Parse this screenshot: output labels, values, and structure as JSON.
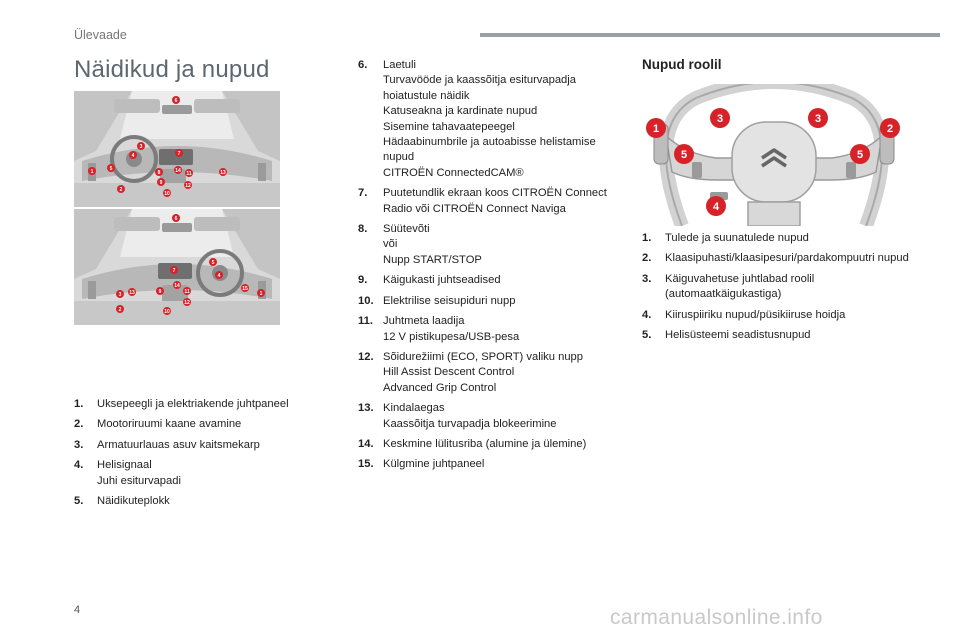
{
  "header": {
    "section": "Ülevaade",
    "bar_color": "#9aa0a6"
  },
  "title": "Näidikud ja nupud",
  "illustration": {
    "top_labels": [
      "6",
      "3",
      "4",
      "7",
      "9",
      "8",
      "14",
      "11",
      "12",
      "10",
      "13",
      "1",
      "2",
      "5"
    ],
    "bottom_labels": [
      "6",
      "5",
      "4",
      "7",
      "9",
      "14",
      "11",
      "12",
      "10",
      "13",
      "1",
      "2",
      "3",
      "15"
    ],
    "badge_color": "#d6232a"
  },
  "left_list": [
    {
      "num": "1.",
      "text": "Uksepeegli ja elektriakende juhtpaneel"
    },
    {
      "num": "2.",
      "text": "Mootoriruumi kaane avamine"
    },
    {
      "num": "3.",
      "text": "Armatuurlauas asuv kaitsmekarp"
    },
    {
      "num": "4.",
      "text": "Helisignaal\nJuhi esiturvapadi"
    },
    {
      "num": "5.",
      "text": "Näidikuteplokk"
    }
  ],
  "middle_list": [
    {
      "num": "6.",
      "text": "Laetuli\nTurvavööde ja kaassõitja esiturvapadja hoiatustule näidik\nKatuseakna ja kardinate nupud\nSisemine tahavaatepeegel\nHädaabinumbrile ja autoabisse helistamise nupud\nCITROËN ConnectedCAM®"
    },
    {
      "num": "7.",
      "text": "Puutetundlik ekraan koos CITROËN Connect Radio või CITROËN Connect Naviga"
    },
    {
      "num": "8.",
      "text": "Süütevõti\nvõi\nNupp START/STOP"
    },
    {
      "num": "9.",
      "text": "Käigukasti juhtseadised"
    },
    {
      "num": "10.",
      "text": "Elektrilise seisupiduri nupp"
    },
    {
      "num": "11.",
      "text": "Juhtmeta laadija\n12 V pistikupesa/USB-pesa"
    },
    {
      "num": "12.",
      "text": "Sõidurežiimi (ECO, SPORT) valiku nupp\nHill Assist Descent Control\nAdvanced Grip Control"
    },
    {
      "num": "13.",
      "text": "Kindalaegas\nKaassõitja turvapadja blokeerimine"
    },
    {
      "num": "14.",
      "text": "Keskmine lülitusriba (alumine ja ülemine)"
    },
    {
      "num": "15.",
      "text": "Külgmine juhtpaneel"
    }
  ],
  "steering": {
    "title": "Nupud roolil",
    "labels": [
      "1",
      "2",
      "3",
      "3",
      "4",
      "5",
      "5"
    ],
    "list": [
      {
        "num": "1.",
        "text": "Tulede ja suunatulede nupud"
      },
      {
        "num": "2.",
        "text": "Klaasipuhasti/klaasipesuri/pardakompuutri nupud"
      },
      {
        "num": "3.",
        "text": "Käiguvahetuse juhtlabad roolil (automaatkäigukastiga)"
      },
      {
        "num": "4.",
        "text": "Kiiruspiiriku nupud/püsikiiruse hoidja"
      },
      {
        "num": "5.",
        "text": "Helisüsteemi seadistusnupud"
      }
    ]
  },
  "footer": {
    "page": "4",
    "watermark": "carmanualsonline.info"
  }
}
